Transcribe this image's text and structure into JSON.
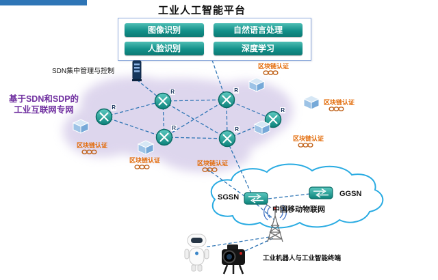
{
  "platform": {
    "title": "工业人工智能平台",
    "modules": [
      {
        "label": "图像识别"
      },
      {
        "label": "自然语言处理"
      },
      {
        "label": "人脸识别"
      },
      {
        "label": "深度学习"
      }
    ]
  },
  "sdn": {
    "control_label": "SDN集中管理与控制",
    "network_title": [
      "基于SDN和SDP的",
      "工业互联网专网"
    ]
  },
  "blockchain": {
    "label": "区块链认证"
  },
  "router": {
    "label": "R"
  },
  "mobile_network": {
    "sgsn_label": "SGSN",
    "ggsn_label": "GGSN",
    "name": "中国移动物联网"
  },
  "terminals": {
    "label": "工业机器人与工业智能终端"
  },
  "colors": {
    "teal": "#0e8a82",
    "purple": "#7030a0",
    "orange": "#e36c0a",
    "line_blue": "#2f75b5",
    "cloud_stroke": "#29abe2",
    "blob_fill": "#c8bbe2",
    "accent_bar": "#2e75b6"
  }
}
